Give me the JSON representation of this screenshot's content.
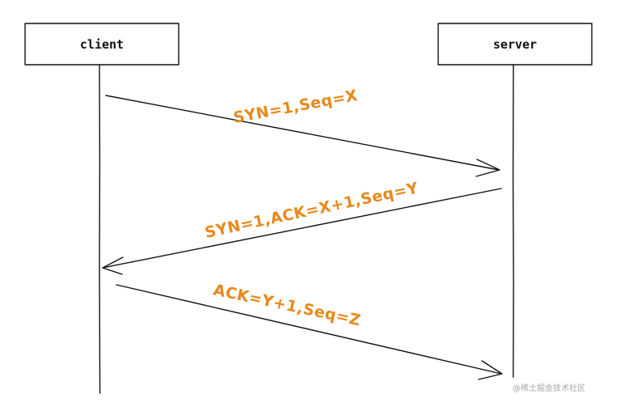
{
  "participants": {
    "client": "client",
    "server": "server"
  },
  "messages": [
    {
      "label": "SYN=1,Seq=X",
      "from": "client",
      "to": "server"
    },
    {
      "label": "SYN=1,ACK=X+1,Seq=Y",
      "from": "server",
      "to": "client"
    },
    {
      "label": "ACK=Y+1,Seq=Z",
      "from": "client",
      "to": "server"
    }
  ],
  "watermark": "@稀土掘金技术社区",
  "colors": {
    "label": "#e8891a",
    "line": "#111111"
  }
}
